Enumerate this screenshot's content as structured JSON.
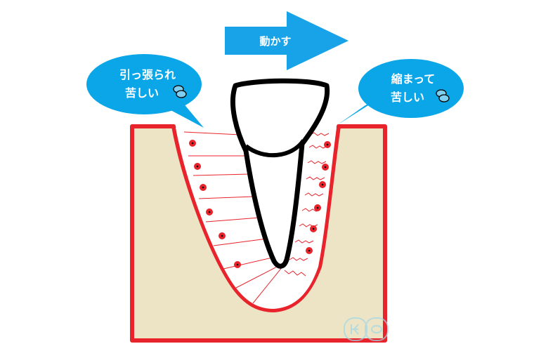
{
  "arrow": {
    "label": "動かす",
    "color": "#18A3E8"
  },
  "bubble_left": {
    "line1": "引っ張られ",
    "line2": "苦しい",
    "icon": "sweat-drops-icon"
  },
  "bubble_right": {
    "line1": "縮まって",
    "line2": "苦しい",
    "icon": "sweat-drops-icon"
  },
  "watermark": "KO",
  "colors": {
    "bone": "#EDE4C6",
    "bone_border": "#E8232B",
    "ligament": "#E8232B",
    "tooth_outline": "#000000",
    "bubble": "#0AA6E8"
  }
}
